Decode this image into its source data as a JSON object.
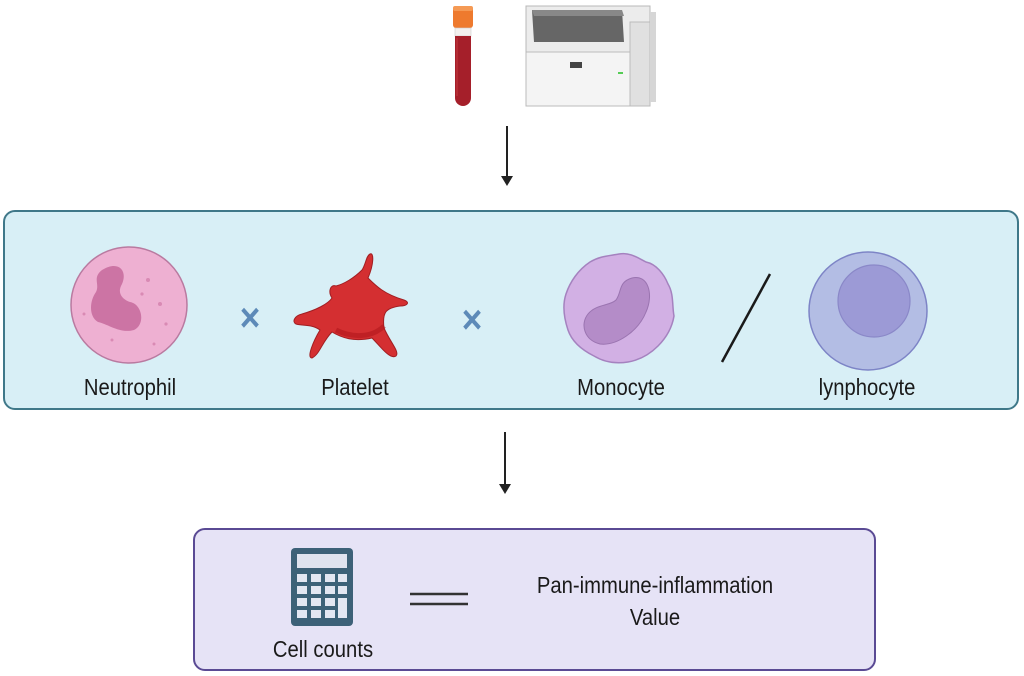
{
  "sources": {
    "blood_tube_icon": "blood-collection-tube",
    "analyzer_icon": "hematology-analyzer"
  },
  "cells_panel": {
    "cells": [
      {
        "name": "Neutrophil",
        "label": "Neutrophil"
      },
      {
        "name": "Platelet",
        "label": "Platelet"
      },
      {
        "name": "Monocyte",
        "label": "Monocyte"
      },
      {
        "name": "Lymphocyte",
        "label": "lynphocyte"
      }
    ],
    "operators": [
      "×",
      "×",
      "/"
    ]
  },
  "result_panel": {
    "calculator_icon": "calculator",
    "left_label": "Cell counts",
    "equals": "=",
    "result_line1": "Pan-immune-inflammation",
    "result_line2": "Value"
  },
  "colors": {
    "cells_bg": "#d8eff6",
    "cells_border": "#3f7889",
    "result_bg": "#e6e3f6",
    "result_border": "#5a4a94",
    "operator_x": "#5d8ab8",
    "calculator": "#3d6178"
  }
}
